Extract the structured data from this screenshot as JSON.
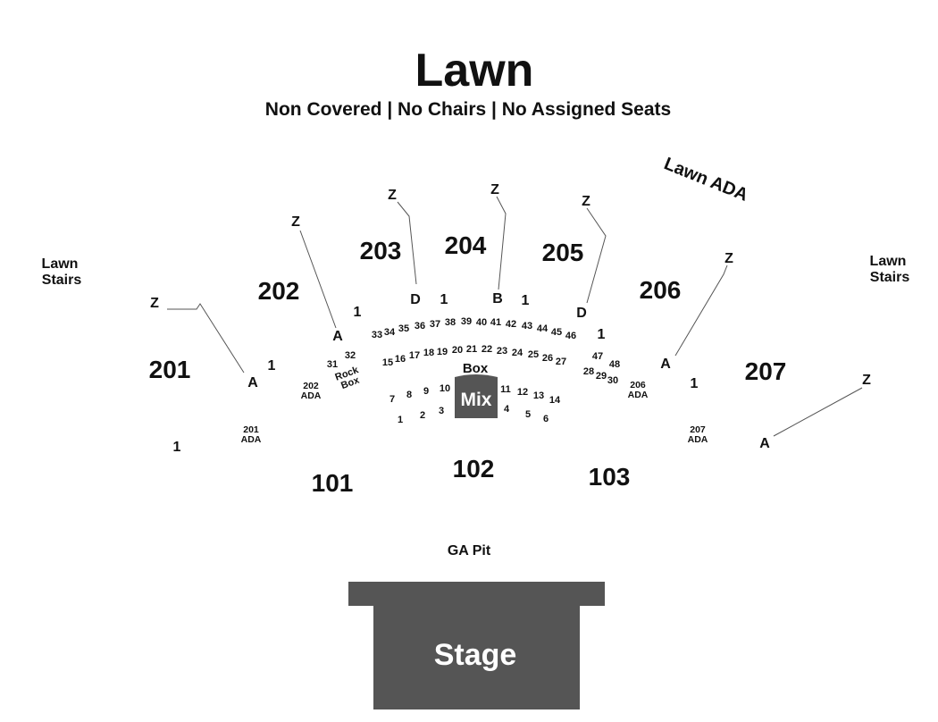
{
  "title": "Lawn",
  "subtitle": "Non Covered | No Chairs | No Assigned Seats",
  "lawn_ada": "Lawn ADA",
  "lawn_stairs_left": [
    "Lawn",
    "Stairs"
  ],
  "lawn_stairs_right": [
    "Lawn",
    "Stairs"
  ],
  "lawn_sections": [
    "201",
    "202",
    "203",
    "204",
    "205",
    "206",
    "207"
  ],
  "floor_sections": [
    "101",
    "102",
    "103"
  ],
  "row_labels": {
    "z": "Z",
    "a": "A",
    "b": "B",
    "d": "D",
    "one": "1"
  },
  "boxes": {
    "box_label": "Box",
    "rock_box": [
      "Rock",
      "Box"
    ],
    "numbers": [
      "1",
      "2",
      "3",
      "4",
      "5",
      "6",
      "7",
      "8",
      "9",
      "10",
      "11",
      "12",
      "13",
      "14",
      "15",
      "16",
      "17",
      "18",
      "19",
      "20",
      "21",
      "22",
      "23",
      "24",
      "25",
      "26",
      "27",
      "28",
      "29",
      "30",
      "31",
      "32",
      "33",
      "34",
      "35",
      "36",
      "37",
      "38",
      "39",
      "40",
      "41",
      "42",
      "43",
      "44",
      "45",
      "46",
      "47",
      "48"
    ]
  },
  "ada": {
    "s201": [
      "201",
      "ADA"
    ],
    "s202": [
      "202",
      "ADA"
    ],
    "s206": [
      "206",
      "ADA"
    ],
    "s207": [
      "207",
      "ADA"
    ]
  },
  "mix": "Mix",
  "ga_pit": "GA Pit",
  "stage": "Stage",
  "colors": {
    "stage_fill": "#555555",
    "mix_fill": "#555555",
    "text": "#111111",
    "background": "#ffffff"
  }
}
